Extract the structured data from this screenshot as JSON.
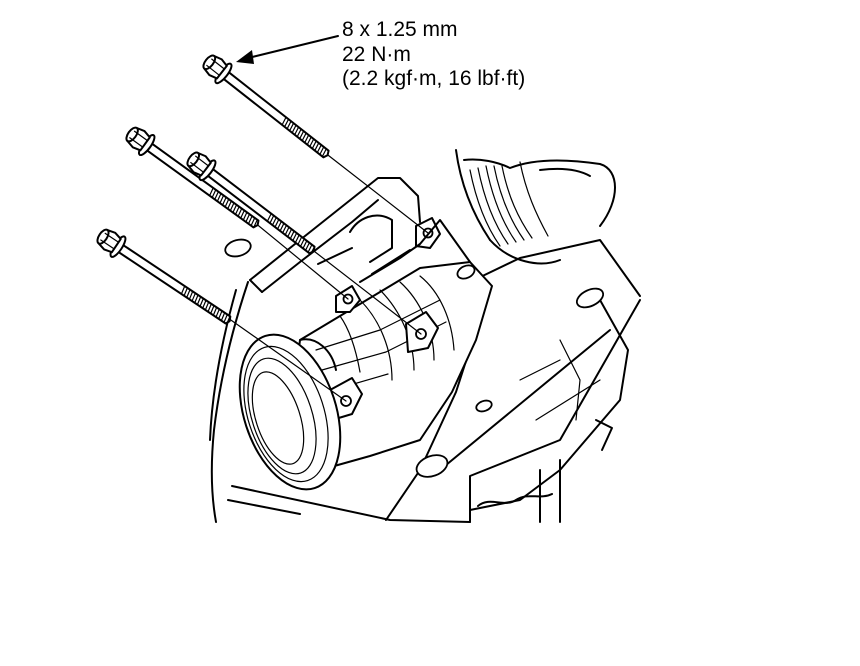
{
  "spec": {
    "size": "8 x 1.25 mm",
    "torque_nm": "22 N·m",
    "torque_alt": "(2.2 kgf·m, 16 lbf·ft)"
  },
  "colors": {
    "line": "#000000",
    "background": "#ffffff"
  },
  "bolt_count": 4
}
